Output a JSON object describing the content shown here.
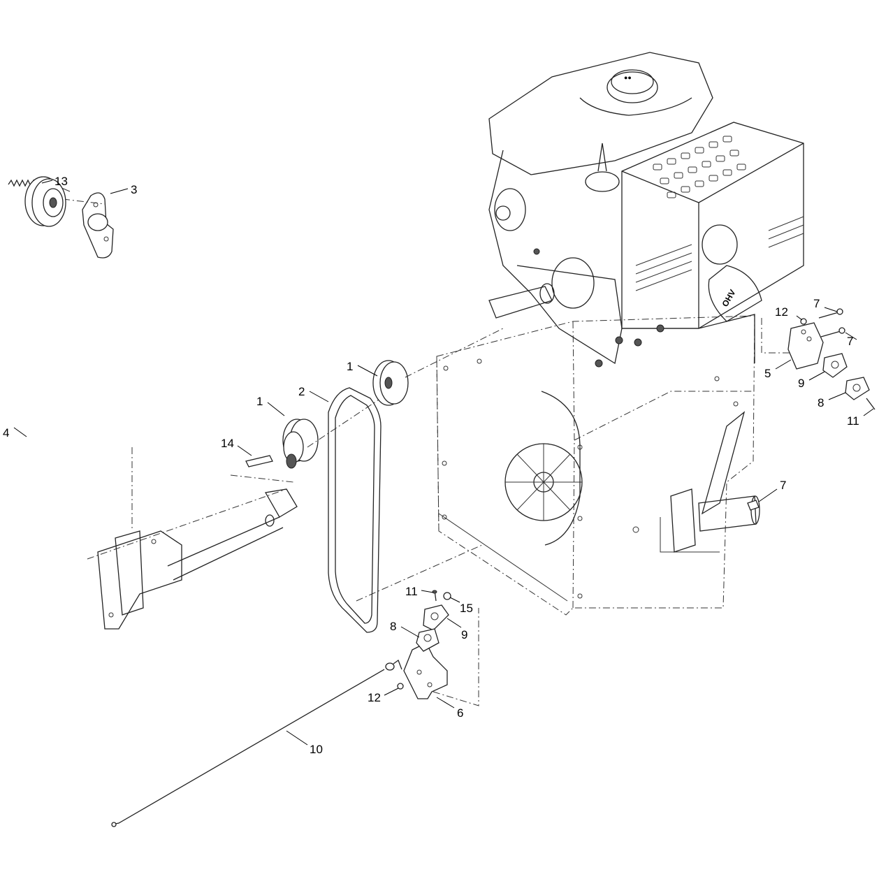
{
  "callouts": [
    {
      "id": "c1a",
      "label": "1"
    },
    {
      "id": "c1b",
      "label": "1"
    },
    {
      "id": "c2",
      "label": "2"
    },
    {
      "id": "c3",
      "label": "3"
    },
    {
      "id": "c4",
      "label": "4"
    },
    {
      "id": "c5",
      "label": "5"
    },
    {
      "id": "c6",
      "label": "6"
    },
    {
      "id": "c7a",
      "label": "7"
    },
    {
      "id": "c7b",
      "label": "7"
    },
    {
      "id": "c7c",
      "label": "7"
    },
    {
      "id": "c8a",
      "label": "8"
    },
    {
      "id": "c8b",
      "label": "8"
    },
    {
      "id": "c9a",
      "label": "9"
    },
    {
      "id": "c9b",
      "label": "9"
    },
    {
      "id": "c10",
      "label": "10"
    },
    {
      "id": "c11a",
      "label": "11"
    },
    {
      "id": "c11b",
      "label": "11"
    },
    {
      "id": "c12a",
      "label": "12"
    },
    {
      "id": "c12b",
      "label": "12"
    },
    {
      "id": "c13",
      "label": "13"
    },
    {
      "id": "c14",
      "label": "14"
    },
    {
      "id": "c15",
      "label": "15"
    }
  ],
  "engine_marking": "OHV"
}
